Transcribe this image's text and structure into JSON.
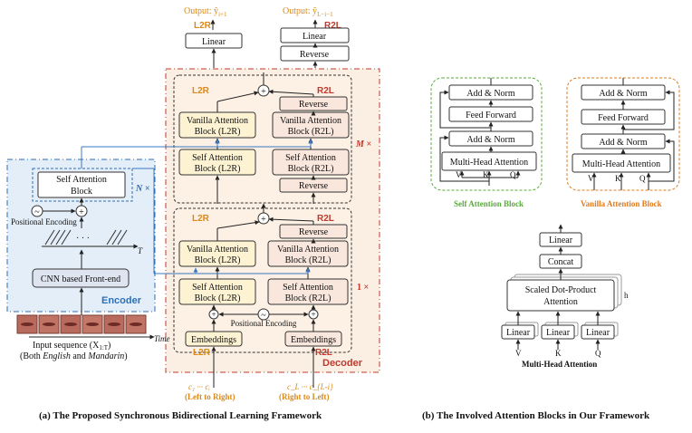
{
  "colors": {
    "orange": "#d98a1a",
    "red_label": "#c0392b",
    "blue_label": "#2c6fb5",
    "green_label": "#5aab3c",
    "orange_label": "#e07b1f",
    "encoder_fill": "#e4eef8",
    "decoder_fill": "#fbeee3",
    "l2r_box": "#fdf3d2",
    "r2l_box": "#f9e6dc",
    "cnn_box": "#dfe4f1"
  },
  "top": {
    "output_l2r": "Output: ŷ",
    "output_l2r_sub": "i+1",
    "output_r2l": "Output: ŷ",
    "output_r2l_sub": "L−i−1",
    "l2r": "L2R",
    "r2l": "R2L",
    "linear": "Linear",
    "reverse": "Reverse"
  },
  "encoder": {
    "title": "Encoder",
    "self_attention_line1": "Self Attention",
    "self_attention_line2": "Block",
    "n_times": "N ×",
    "positional_encoding": "Positional Encoding",
    "tilde": "~",
    "plus": "+",
    "dots": "· · ·",
    "t_axis": "T",
    "cnn": "CNN based Front-end",
    "time": "Time",
    "input_line1": "Input sequence (X",
    "input_sub": "1:T",
    "input_line1_end": ")",
    "input_line2_a": "(Both ",
    "input_line2_english": "English",
    "input_line2_and": " and ",
    "input_line2_mandarin": "Mandarin",
    "input_line2_end": ")"
  },
  "decoder": {
    "title": "Decoder",
    "m_times": "M ×",
    "one_times": "1 ×",
    "l2r": "L2R",
    "r2l": "R2L",
    "reverse": "Reverse",
    "vanilla_l2r_1": "Vanilla Attention",
    "vanilla_l2r_2": "Block (L2R)",
    "vanilla_r2l_1": "Vanilla Attention",
    "vanilla_r2l_2": "Block (R2L)",
    "self_l2r_1": "Self Attention",
    "self_l2r_2": "Block (L2R)",
    "self_r2l_1": "Self Attention",
    "self_r2l_2": "Block (R2L)",
    "positional_encoding": "Positional Encoding",
    "embeddings": "Embeddings",
    "tilde": "~",
    "plus": "+",
    "input_l2r": "c₁ ··· cᵢ",
    "input_r2l": "c_L ··· c_{L-i}",
    "left_to_right": "(Left to Right)",
    "right_to_left": "(Right to Left)"
  },
  "self_block": {
    "add_norm": "Add & Norm",
    "feed_forward": "Feed Forward",
    "mha": "Multi-Head Attention",
    "v": "V",
    "k": "K",
    "q": "Q",
    "title": "Self Attention Block"
  },
  "vanilla_block": {
    "add_norm": "Add & Norm",
    "feed_forward": "Feed Forward",
    "mha": "Multi-Head Attention",
    "v": "V",
    "k": "K",
    "q": "Q",
    "title": "Vanilla Attention Block"
  },
  "mha_detail": {
    "linear": "Linear",
    "concat": "Concat",
    "sdpa_1": "Scaled Dot-Product",
    "sdpa_2": "Attention",
    "h": "h",
    "v": "V",
    "k": "K",
    "q": "Q",
    "title": "Multi-Head Attention"
  },
  "captions": {
    "left": "(a) The Proposed Synchronous Bidirectional Learning Framework",
    "right": "(b) The Involved Attention Blocks in Our Framework"
  }
}
